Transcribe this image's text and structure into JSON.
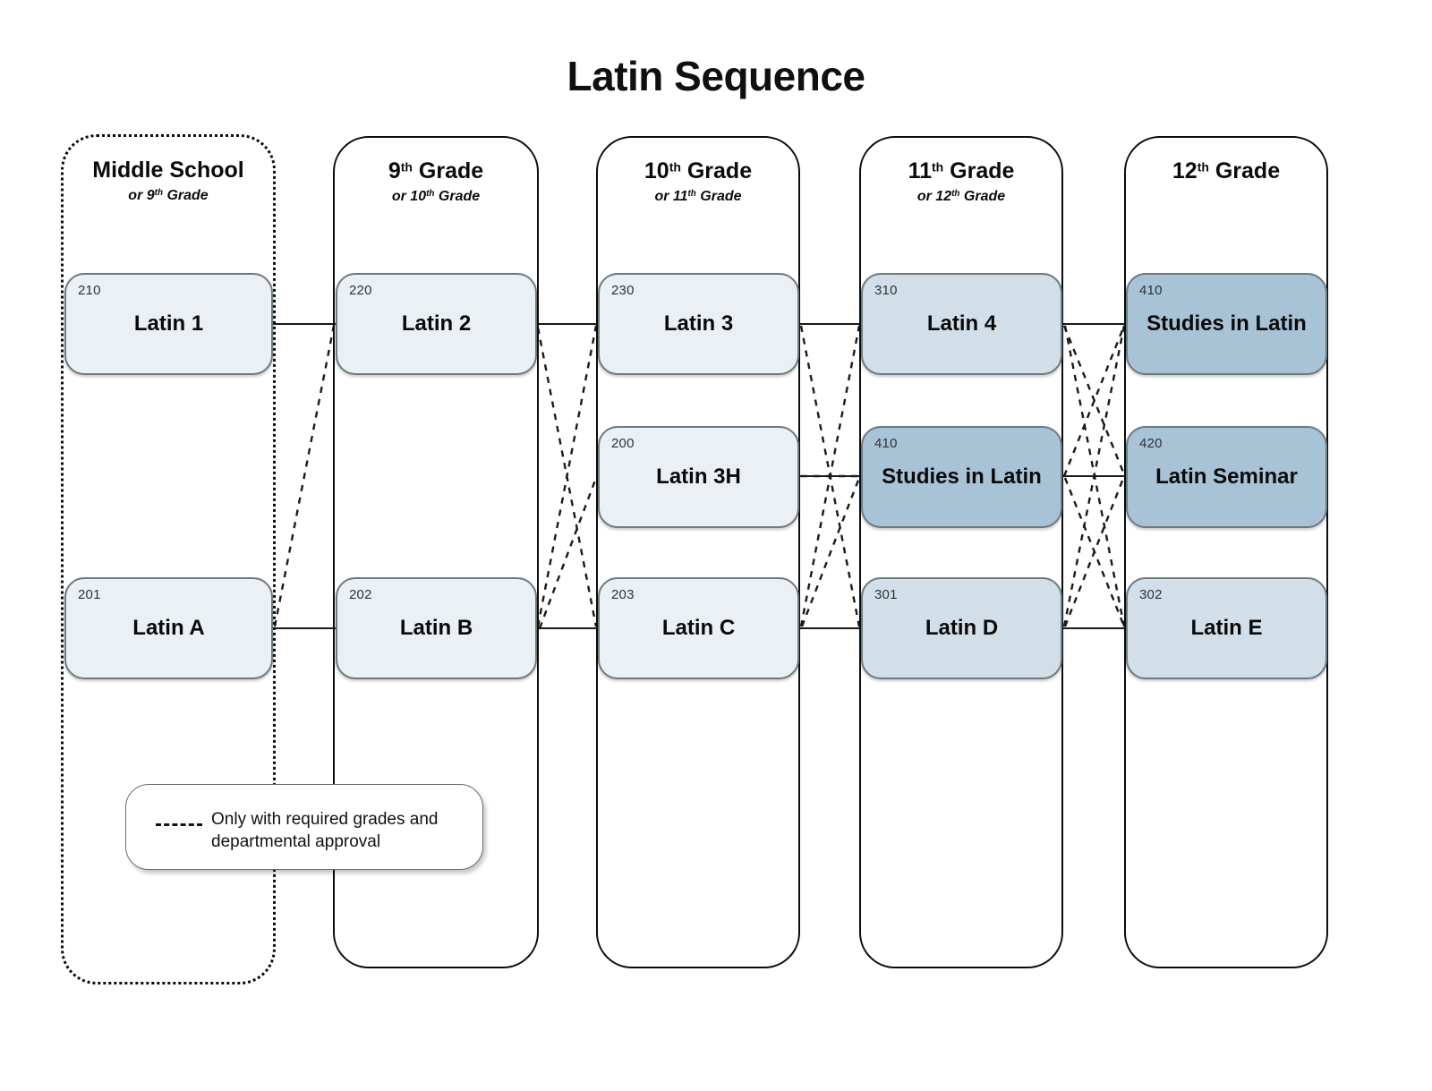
{
  "title": "Latin Sequence",
  "columns": [
    {
      "id": "middle-school",
      "title": "Middle School",
      "title_sup": "",
      "subtitle_pre": "or 9",
      "subtitle_sup": "th",
      "subtitle_post": " Grade",
      "border": "dotted"
    },
    {
      "id": "grade-9",
      "title_pre": "9",
      "title_sup": "th",
      "title_post": " Grade",
      "subtitle_pre": "or 10",
      "subtitle_sup": "th",
      "subtitle_post": " Grade",
      "border": "solid"
    },
    {
      "id": "grade-10",
      "title_pre": "10",
      "title_sup": "th",
      "title_post": " Grade",
      "subtitle_pre": "or 11",
      "subtitle_sup": "th",
      "subtitle_post": " Grade",
      "border": "solid"
    },
    {
      "id": "grade-11",
      "title_pre": "11",
      "title_sup": "th",
      "title_post": " Grade",
      "subtitle_pre": "or 12",
      "subtitle_sup": "th",
      "subtitle_post": " Grade",
      "border": "solid"
    },
    {
      "id": "grade-12",
      "title_pre": "12",
      "title_sup": "th",
      "title_post": " Grade",
      "subtitle_pre": "",
      "subtitle_sup": "",
      "subtitle_post": "",
      "border": "solid"
    }
  ],
  "courses": [
    {
      "id": "latin-1",
      "number": "210",
      "name": "Latin 1",
      "column": 0,
      "row": 0,
      "tier": 1
    },
    {
      "id": "latin-a",
      "number": "201",
      "name": "Latin A",
      "column": 0,
      "row": 2,
      "tier": 1
    },
    {
      "id": "latin-2",
      "number": "220",
      "name": "Latin 2",
      "column": 1,
      "row": 0,
      "tier": 1
    },
    {
      "id": "latin-b",
      "number": "202",
      "name": "Latin B",
      "column": 1,
      "row": 2,
      "tier": 1
    },
    {
      "id": "latin-3",
      "number": "230",
      "name": "Latin 3",
      "column": 2,
      "row": 0,
      "tier": 1
    },
    {
      "id": "latin-3h",
      "number": "200",
      "name": "Latin 3H",
      "column": 2,
      "row": 1,
      "tier": 1
    },
    {
      "id": "latin-c",
      "number": "203",
      "name": "Latin C",
      "column": 2,
      "row": 2,
      "tier": 1
    },
    {
      "id": "latin-4",
      "number": "310",
      "name": "Latin 4",
      "column": 3,
      "row": 0,
      "tier": 2
    },
    {
      "id": "studies-in-latin-11",
      "number": "410",
      "name": "Studies in Latin",
      "column": 3,
      "row": 1,
      "tier": 3
    },
    {
      "id": "latin-d",
      "number": "301",
      "name": "Latin D",
      "column": 3,
      "row": 2,
      "tier": 2
    },
    {
      "id": "studies-in-latin-12",
      "number": "410",
      "name": "Studies in Latin",
      "column": 4,
      "row": 0,
      "tier": 3
    },
    {
      "id": "latin-seminar",
      "number": "420",
      "name": "Latin Seminar",
      "column": 4,
      "row": 1,
      "tier": 3
    },
    {
      "id": "latin-e",
      "number": "302",
      "name": "Latin E",
      "column": 4,
      "row": 2,
      "tier": 2
    }
  ],
  "legend": {
    "line_style": "dashed",
    "text": "Only with required grades and departmental approval"
  },
  "colors": {
    "tier1": "#eaf0f3",
    "tier2": "#d3dfe8",
    "tier3": "#a8c2d6",
    "card_border": "#6c7a82",
    "column_border": "#0c0c0c",
    "text": "#0a0a0a",
    "background": "#ffffff"
  },
  "chart_data": {
    "type": "diagram",
    "title": "Latin Sequence",
    "nodes": [
      {
        "number": "210",
        "name": "Latin 1",
        "grade_column": "Middle School"
      },
      {
        "number": "201",
        "name": "Latin A",
        "grade_column": "Middle School"
      },
      {
        "number": "220",
        "name": "Latin 2",
        "grade_column": "9th Grade"
      },
      {
        "number": "202",
        "name": "Latin B",
        "grade_column": "9th Grade"
      },
      {
        "number": "230",
        "name": "Latin 3",
        "grade_column": "10th Grade"
      },
      {
        "number": "200",
        "name": "Latin 3H",
        "grade_column": "10th Grade"
      },
      {
        "number": "203",
        "name": "Latin C",
        "grade_column": "10th Grade"
      },
      {
        "number": "310",
        "name": "Latin 4",
        "grade_column": "11th Grade"
      },
      {
        "number": "410",
        "name": "Studies in Latin",
        "grade_column": "11th Grade"
      },
      {
        "number": "301",
        "name": "Latin D",
        "grade_column": "11th Grade"
      },
      {
        "number": "410",
        "name": "Studies in Latin",
        "grade_column": "12th Grade"
      },
      {
        "number": "420",
        "name": "Latin Seminar",
        "grade_column": "12th Grade"
      },
      {
        "number": "302",
        "name": "Latin E",
        "grade_column": "12th Grade"
      }
    ],
    "edges": [
      {
        "from": "Latin 1",
        "to": "Latin 2",
        "style": "solid"
      },
      {
        "from": "Latin 2",
        "to": "Latin 3",
        "style": "solid"
      },
      {
        "from": "Latin 3",
        "to": "Latin 4",
        "style": "solid"
      },
      {
        "from": "Latin 4",
        "to": "Studies in Latin",
        "style": "solid"
      },
      {
        "from": "Latin A",
        "to": "Latin B",
        "style": "solid"
      },
      {
        "from": "Latin B",
        "to": "Latin C",
        "style": "solid"
      },
      {
        "from": "Latin C",
        "to": "Latin D",
        "style": "solid"
      },
      {
        "from": "Latin D",
        "to": "Latin E",
        "style": "solid"
      },
      {
        "from": "Latin A",
        "to": "Latin 2",
        "style": "dashed"
      },
      {
        "from": "Latin 2",
        "to": "Latin C",
        "style": "dashed"
      },
      {
        "from": "Latin B",
        "to": "Latin 3",
        "style": "dashed"
      },
      {
        "from": "Latin B",
        "to": "Latin 3H",
        "style": "dashed"
      },
      {
        "from": "Latin 3",
        "to": "Latin D",
        "style": "dashed"
      },
      {
        "from": "Latin C",
        "to": "Latin 4",
        "style": "dashed"
      },
      {
        "from": "Latin 3H",
        "to": "Studies in Latin",
        "style": "dashed"
      },
      {
        "from": "Latin C",
        "to": "Studies in Latin",
        "style": "dashed"
      },
      {
        "from": "Latin 4",
        "to": "Latin Seminar",
        "style": "dashed"
      },
      {
        "from": "Studies in Latin",
        "to": "Studies in Latin",
        "style": "dashed"
      },
      {
        "from": "Studies in Latin",
        "to": "Latin Seminar",
        "style": "dashed"
      },
      {
        "from": "Studies in Latin",
        "to": "Latin E",
        "style": "dashed"
      },
      {
        "from": "Latin D",
        "to": "Latin Seminar",
        "style": "dashed"
      },
      {
        "from": "Latin D",
        "to": "Studies in Latin",
        "style": "dashed"
      }
    ],
    "legend": [
      {
        "style": "dashed",
        "label": "Only with required grades and departmental approval"
      }
    ]
  }
}
